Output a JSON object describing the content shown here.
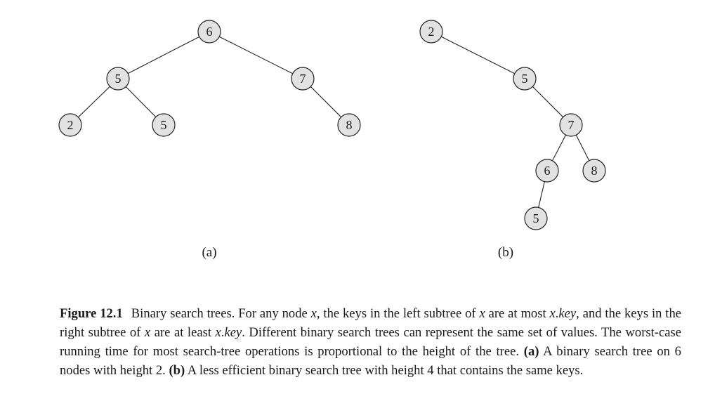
{
  "figure": {
    "trees": [
      {
        "label": "(a)",
        "nodes": [
          {
            "id": "a6",
            "key": "6"
          },
          {
            "id": "a5",
            "key": "5"
          },
          {
            "id": "a7",
            "key": "7"
          },
          {
            "id": "a2",
            "key": "2"
          },
          {
            "id": "a5b",
            "key": "5"
          },
          {
            "id": "a8",
            "key": "8"
          }
        ],
        "edges": [
          [
            "a6",
            "a5"
          ],
          [
            "a6",
            "a7"
          ],
          [
            "a5",
            "a2"
          ],
          [
            "a5",
            "a5b"
          ],
          [
            "a7",
            "a8"
          ]
        ]
      },
      {
        "label": "(b)",
        "nodes": [
          {
            "id": "b2",
            "key": "2"
          },
          {
            "id": "b5",
            "key": "5"
          },
          {
            "id": "b7",
            "key": "7"
          },
          {
            "id": "b6",
            "key": "6"
          },
          {
            "id": "b8",
            "key": "8"
          },
          {
            "id": "b5b",
            "key": "5"
          }
        ],
        "edges": [
          [
            "b2",
            "b5"
          ],
          [
            "b5",
            "b7"
          ],
          [
            "b7",
            "b6"
          ],
          [
            "b7",
            "b8"
          ],
          [
            "b6",
            "b5b"
          ]
        ]
      }
    ],
    "caption": {
      "label": "Figure 12.1",
      "t1": "Binary search trees. For any node ",
      "x1": "x",
      "t2": ", the keys in the left subtree of ",
      "x2": "x",
      "t3": " are at most ",
      "x3": "x",
      "dot1": ".",
      "key1": "key",
      "t4": ", and the keys in the right subtree of ",
      "x4": "x",
      "t5": " are at least ",
      "x5": "x",
      "dot2": ".",
      "key2": "key",
      "t6": ". Different binary search trees can represent the same set of values. The worst-case running time for most search-tree operations is proportional to the height of the tree. ",
      "a_label": "(a)",
      "t7": " A binary search tree on 6 nodes with height 2. ",
      "b_label": "(b)",
      "t8": " A less efficient binary search tree with height 4 that contains the same keys."
    }
  }
}
